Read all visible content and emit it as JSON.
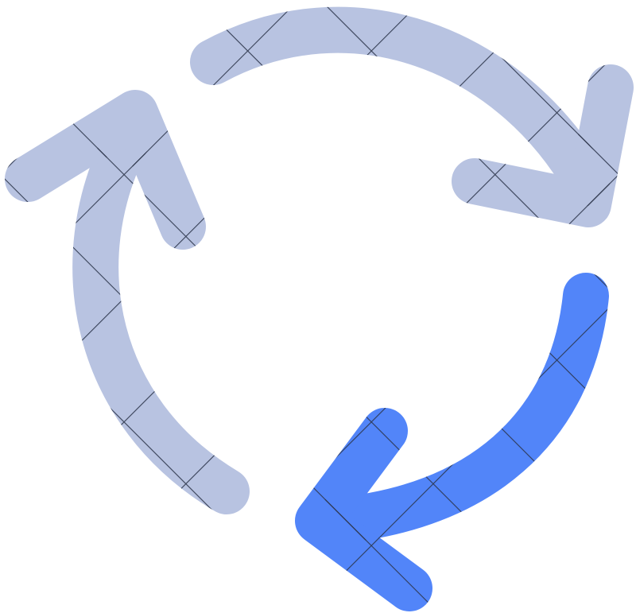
{
  "icon": {
    "name": "refresh-cycle-icon",
    "arrows": [
      {
        "name": "arrow-top",
        "color": "#b8c3e1",
        "highlighted": false
      },
      {
        "name": "arrow-left",
        "color": "#b8c3e1",
        "highlighted": false
      },
      {
        "name": "arrow-bottom-right",
        "color": "#5285f9",
        "highlighted": true
      }
    ],
    "grid_line_color": "#2a3348",
    "background": "#ffffff"
  }
}
